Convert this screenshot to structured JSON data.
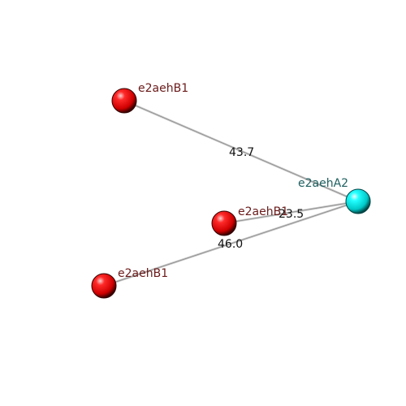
{
  "colors": {
    "background": "#ffffff",
    "edge": "#b4b4b4",
    "node_red": "#ff0000",
    "node_cyan": "#00ffff",
    "label_red": "#6b1a1a",
    "label_cyan": "#1e5f5f",
    "edge_label": "#111111"
  },
  "nodes": [
    {
      "id": "b1_top",
      "label": "e2aehB1",
      "color": "red"
    },
    {
      "id": "b1_mid",
      "label": "e2aehB1",
      "color": "red"
    },
    {
      "id": "b1_low",
      "label": "e2aehB1",
      "color": "red"
    },
    {
      "id": "a2",
      "label": "e2aehA2",
      "color": "cyan"
    }
  ],
  "edges": [
    {
      "from": "b1_top",
      "to": "a2",
      "label": "43.7"
    },
    {
      "from": "b1_mid",
      "to": "a2",
      "label": "23.5"
    },
    {
      "from": "b1_low",
      "to": "a2",
      "label": "46.0"
    }
  ]
}
